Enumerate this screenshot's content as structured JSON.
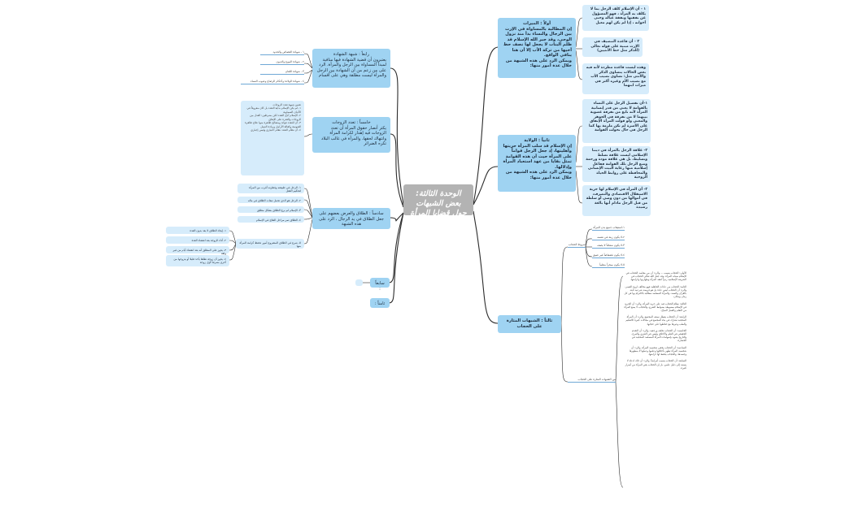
{
  "root": {
    "title": "الوحدة الثالثة: بعض الشبهات حول قضايا المرأة والرد عليها"
  },
  "branch1": {
    "title": "أولاً : الميراث",
    "body": "إن المطالبة بالمساواة في الإرث بين الرجال والنساء بدأ منذ نزول الوحي، وقد جبر الله الإسلام قد ظلم البنات لا يجعل لها نصف حظ أخيها من تركة الأب إلا أن هنا ينافي الواقع.\nويمكن الرد على هذه الشبهة من خلال عدة أمور منها:",
    "items": [
      "١ - أن الإسلام كلف الرجل بما لا يكلف به المرأة ، فهو المسؤول عن نفقتها ونفقة عياله وحتى أخواته ، إذا لم يكن لهم معيل",
      "٢ - أن قاعدة التنصيف في الإرث مبنية على قوله تعالى (للذكر مثل حظ الأنثيين)",
      "وهذه ليست قاعدة مطردة لأنه فيه بعض الحالات يتساوى الذكر والأنثى مثل: تساوي نصيب الأب مع نصيب الأم وغيره أكثر في ميراث ابنهما"
    ]
  },
  "branch2": {
    "title": "ثانياً : الولاية",
    "body": "إن الإسلام قد سلب المرأة حريتها وأهليتها، إذ جعل الرجل قواماً على المرأة حيث أن هذه القوامة تمثل بقايا من عهد استعباد المرأة وإذلالها.\nويمكن الرد على هذه الشبهة من خلال عدة أمور منها:",
    "items": [
      "١-أن تفضيل الرجل على النساء بالقوامة لا يعني من قدر إنسانية المرأة لأنه نابع من تفرقة عضوية بينهما لا من تفرقة في الجوهر والمعنى ولو قولت المرأة الإنفاق على الأسرة لم تكن ملزمة بها كما الرجل في حال تحولت القوامة",
      "٢- علاقة الرجل بالمرأة في ديننا الإسلامي ليست علاقة تسلط وتسليط، بل هي علاقة مودة ورحمة ومنع الرجل تلك القوامة ففاعل إسلامية منها رعاية البيت الإنساني والمحافظة على روابط الحياة الزوجية",
      "٣- أن المرأة في الإسلام لها حرية الاستقلال الاقتصادي والتصرف، في أموالها من دون وصي أو سلطة من قبل الرجل مادام أنها بالغة رشيدة"
    ]
  },
  "branch3": {
    "title": "ثالثاً : الشبهات المثارة على الحجاب",
    "conditions_title": "شروط الحجاب",
    "conditions": [
      "١-استيعاب جميع بدن المرأة",
      "٢-لا يكون زينة في نفسه",
      "٣-لا يكون شفافاً لا يصف",
      "٤-لا يكون فضفاضاً غير ضيق",
      "٥-لا يكون مبخراً مطيباً"
    ],
    "objections_title": "من الشبهات المثارة على الحجاب",
    "objections_text": "الأولى: الحجاب يسبب ... والرد: أن من مقاصد الحجاب في الإسلام صيانة المرأة، وقد جعل الله تعالى الحجاب في الشريعة الإسلامية رمزاً لعفة المرأة وطهارتها وكرامتها.\n\nالثانية: الحجاب من عادات الجاهلية فهو مخالف لروح العصر، والرد: أن الحجاب ليس عادة بل هو فريضة شرعية ثابتة بالقرآن والسنة، والمرأة المسلمة مطالبة بالالتزام بها في كل زمان ومكان.\n\nالثالثة: نظام الحجاب قيد على حرية المرأة، والرد: أن الحرية في الإسلام مضبوطة بضوابط الشرع، والحجاب لا يمنع المرأة من التعلم والعمل المباح.\n\nالرابعة: أن الحجاب يعطل نصف المجتمع، والرد: أن المرأة المحجبة تشارك في بناء المجتمع في مجالات كثيرة كالتعليم والطب وغيرها مع حفاظها على حجابها.\n\nالخامسة: أن الحجاب تخلف ورجعية، والرد: أن التقدم الحقيقي في العلم والأخلاق وليس في التعري والتبرج، والتاريخ يشهد بإسهامات المرأة المسلمة المحجبة في الحضارة.\n\nالسادسة: أن الحجاب يخفي شخصية المرأة، والرد: أن شخصية المرأة تظهر بأخلاقها وعلمها وعملها لا بمظهرها وجسدها، والحجاب يحفظ لها كرامتها.\n\nالسابعة: أن الحجاب يسبب أمراضاً، والرد: أن ذلك ادعاء لا يستند إلى دليل علمي، بل إن الحجاب يقي المرأة من أضرار كثيرة."
  },
  "branch4": {
    "title": "رابعاً : شبهة الشهادة",
    "body": "يعتبرون أن قضية الشهادة فيها منافية لمبدأ المساواة بين الرجل والمرأة. الرد على من زعم من أن الشهادة بين الرجل والمرأة ليست مطلقة وهي على أقسام",
    "items": [
      "١ - شهادة القصاص والحدود",
      "٢ - شهادة البيوع والديون",
      "٣ - شهادة اللعان",
      "٤ - شهادة الولادة وأحكام الرضاع وعيوب النساء"
    ]
  },
  "branch5": {
    "title": "خامساً : تعدد الزوجات",
    "body": "يكثر أنصار حقوق المرأة أن تعدد الزوجات فيه إهدار لكرامة المرأة وانتهاك لحقها، والمرأة في غالب البلاد تكره الضرائر",
    "items": "تقنين شبهة تعدد الزوجات\n١- لم يكن الإسلام بداية التعدد بل كان معروفاً في الأديان السماوية\n٢- الإسلام أباح التعدد لكن بشرطين: العدل بين الزوجات والقدرة على الإنفاق\n٣- أن للتعدد فوائد ومصالح ظاهرة منها علاج ظاهرة العنوسة وكفالة الأرامل وزيادة النسل\n٤- أن نظام التعدد نظام اختياري وليس إجباري"
  },
  "branch6": {
    "title": "سادساً : الطلاق والعرض بعضهم على جعل الطلاق في يد الرجال ، الرد على هذه الشبهة",
    "items": [
      "١- الرجل في طبيعته وفطرته أقرب من المرأة لتحكيم العقل",
      "٢- الرجل هو الذي تحمل تبعات الطلاق في ماله",
      "٣- الإسلام لم يرغ الطلاق بشكل مطلق",
      "٤- الطلاق تمر مراحل العلاج في الإسلام",
      "٥- شرع في الطلاق المشروع أمور تحفظ كرامة المرأة منها"
    ],
    "subitems": [
      "١- إيجاد الطلاق لا يعد بدون العدة",
      "٢- أداء الزوجة بعد انقضاء العدة",
      "٣- يجوز على المطلق أنه بعد انقضاء أيام من غير ولقة",
      "٤- يجوز أن زوجة تطلقا يأخذ قليلا أو يتزوجها من أخرى بشرط لأول زوجة"
    ]
  },
  "branch7": {
    "title": "سابعاً :",
    "child": ""
  },
  "branch8": {
    "title": "ثامناً :"
  },
  "colors": {
    "main_fill": "#9fd3f2",
    "sub_fill": "#d6ecfb",
    "root_fill": "#b3b3b3",
    "line": "#2c2c2c",
    "underline": "#6fa8d6"
  }
}
